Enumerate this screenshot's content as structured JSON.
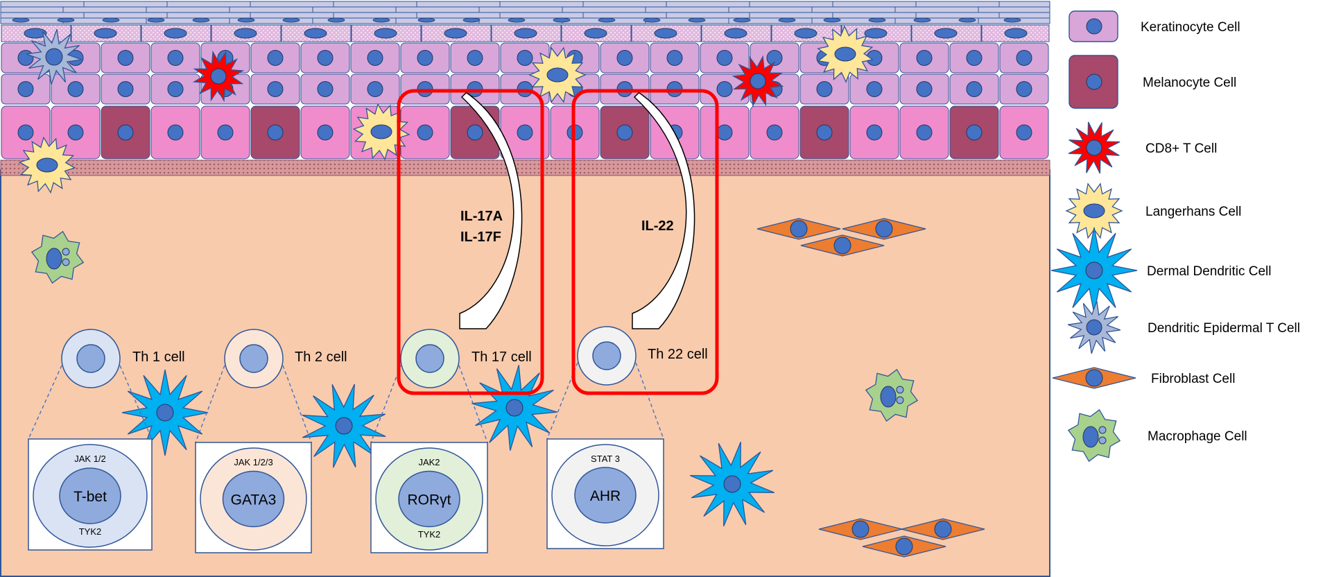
{
  "colors": {
    "dermis": "#f8cbad",
    "dermis_border": "#2f5597",
    "keratinocyte": "#d9a6d9",
    "keratinocyte_basal": "#f08ccc",
    "melanocyte": "#a8486a",
    "nucleus": "#4472c4",
    "cd8": "#ff0000",
    "langerhans": "#ffe699",
    "dermal_dc": "#00b0f0",
    "detc": "#a9b8d8",
    "fibroblast": "#ed7d31",
    "macrophage": "#a9d18e",
    "highlight": "#ff0000",
    "th1": "#dae3f3",
    "th2": "#fbe5d6",
    "th17": "#e2f0d9",
    "th22": "#f2f2f2",
    "tf_core": "#8faadc"
  },
  "th_cells": [
    {
      "label": "Th 1 cell",
      "kinase_top": "JAK 1/2",
      "factor": "T-bet",
      "kinase_bottom": "TYK2"
    },
    {
      "label": "Th 2 cell",
      "kinase_top": "JAK 1/2/3",
      "factor": "GATA3",
      "kinase_bottom": ""
    },
    {
      "label": "Th 17 cell",
      "kinase_top": "JAK2",
      "factor": "RORγt",
      "kinase_bottom": "TYK2"
    },
    {
      "label": "Th 22 cell",
      "kinase_top": "STAT 3",
      "factor": "AHR",
      "kinase_bottom": ""
    }
  ],
  "cytokines": {
    "th17_line1": "IL-17A",
    "th17_line2": "IL-17F",
    "th22": "IL-22"
  },
  "legend": [
    {
      "key": "keratinocyte",
      "icon": "keratinocyte-icon",
      "label": "Keratinocyte Cell"
    },
    {
      "key": "melanocyte",
      "icon": "melanocyte-icon",
      "label": "Melanocyte Cell"
    },
    {
      "key": "cd8",
      "icon": "cd8-t-cell-icon",
      "label": "CD8+ T Cell"
    },
    {
      "key": "langerhans",
      "icon": "langerhans-cell-icon",
      "label": "Langerhans Cell"
    },
    {
      "key": "dermal_dc",
      "icon": "dermal-dendritic-cell-icon",
      "label": "Dermal Dendritic Cell"
    },
    {
      "key": "detc",
      "icon": "dendritic-epidermal-t-cell-icon",
      "label": "Dendritic Epidermal T Cell"
    },
    {
      "key": "fibroblast",
      "icon": "fibroblast-cell-icon",
      "label": "Fibroblast Cell"
    },
    {
      "key": "macrophage",
      "icon": "macrophage-cell-icon",
      "label": "Macrophage Cell"
    }
  ]
}
